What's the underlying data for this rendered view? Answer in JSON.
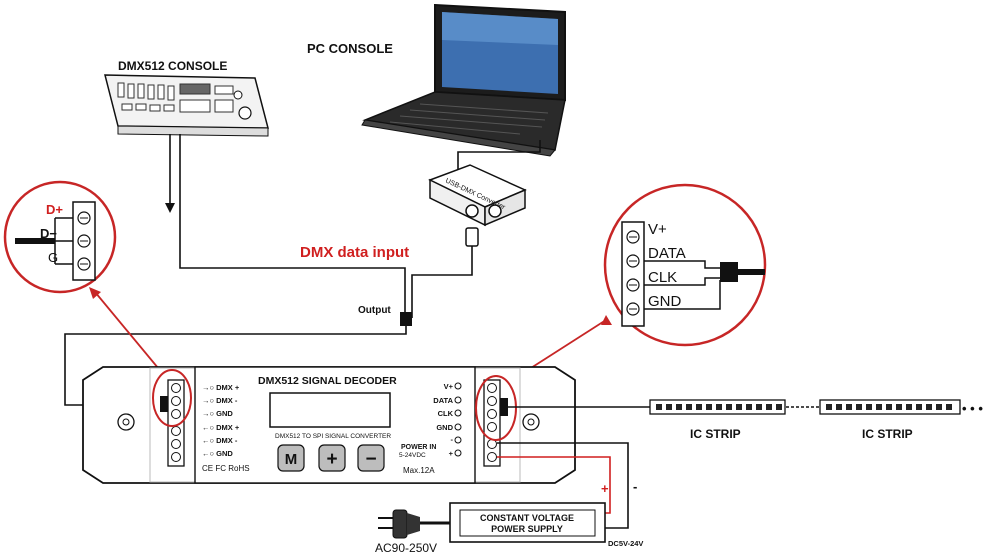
{
  "title": "",
  "labels": {
    "dmx_console": "DMX512 CONSOLE",
    "pc_console": "PC CONSOLE",
    "usb_dmx": "USB-DMX Converter",
    "dmx_data_input": "DMX data input",
    "output": "Output",
    "decoder_title": "DMX512 SIGNAL DECODER",
    "decoder_subtitle": "DMX512 TO SPI SIGNAL CONVERTER",
    "certifications": "CE FC RoHS",
    "max_current": "Max.12A",
    "power_in": "POWER IN",
    "power_range": "5-24VDC",
    "ic_strip_1": "IC STRIP",
    "ic_strip_2": "IC STRIP",
    "psu_line1": "CONSTANT VOLTAGE",
    "psu_line2": "POWER SUPPLY",
    "ac_input": "AC90-250V",
    "dc_output": "DC5V-24V",
    "plus": "+",
    "minus": "-",
    "ellipsis": "• • •"
  },
  "left_pins": [
    "DMX +",
    "DMX -",
    "GND",
    "DMX +",
    "DMX -",
    "GND"
  ],
  "right_pins": [
    "V+",
    "DATA",
    "CLK",
    "GND",
    "-",
    "+"
  ],
  "buttons": [
    "M",
    "+",
    "−"
  ],
  "zoom_left": [
    "D+",
    "D−",
    "G"
  ],
  "zoom_right": [
    "V+",
    "DATA",
    "CLK",
    "GND"
  ],
  "colors": {
    "accent_red": "#d01f1f",
    "line": "#111111",
    "led_dark": "#222222"
  }
}
